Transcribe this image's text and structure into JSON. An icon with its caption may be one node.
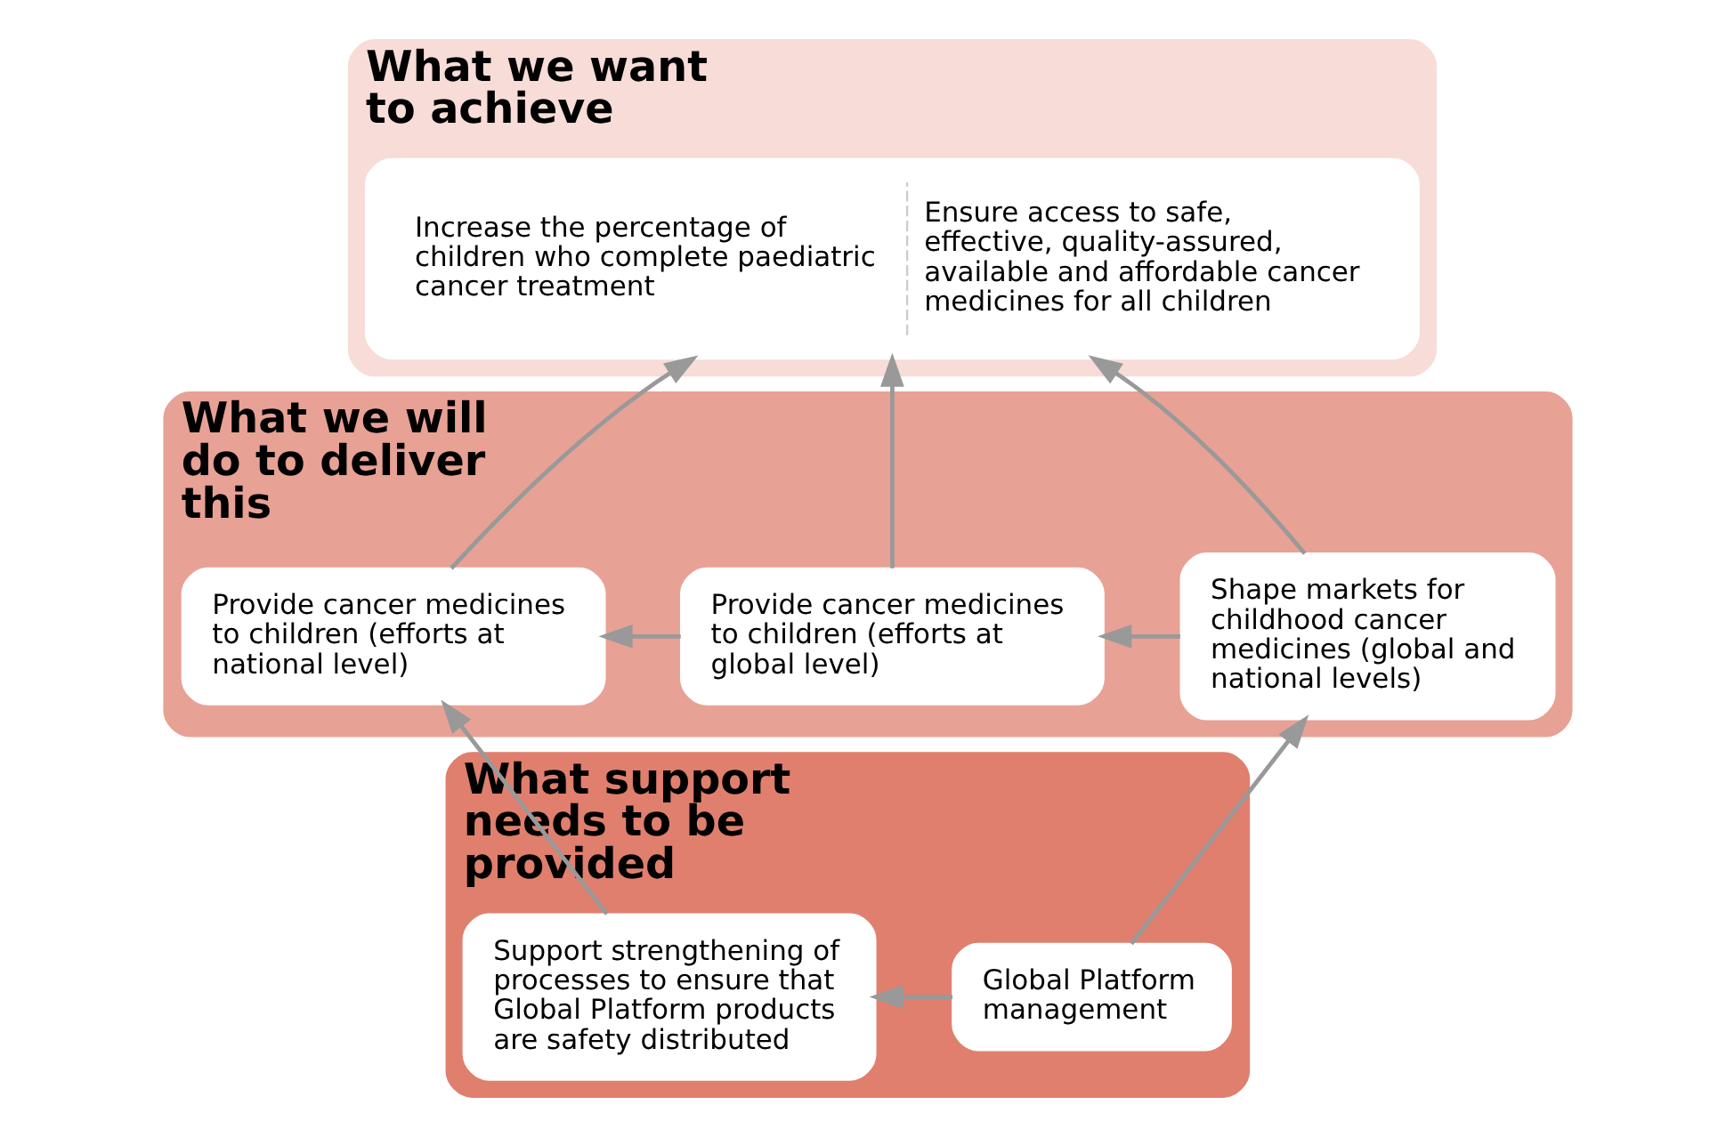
{
  "diagram": {
    "nodes": [
      {
        "text": [
          "What we want to achieve"
        ]
      },
      {
        "text": [
          "Increase the percentage of children who complete paediatric cancer treatment",
          "Ensure access to safe, effective, quality-assured, available and affordable cancer medicines for all children"
        ],
        "in": 0
      },
      {
        "text": [
          "What we will do to deliver this"
        ]
      },
      {
        "text": [
          "Provide cancer medicines to children (efforts at national level)"
        ],
        "in": 2
      },
      {
        "text": [
          "Provide cancer medicines to children (efforts at global level)"
        ],
        "in": 2
      },
      {
        "text": [
          "Shape markets for childhood cancer medicines (global and national levels)"
        ],
        "in": 2
      },
      {
        "text": [
          "What support needs to be provided"
        ]
      },
      {
        "text": [
          "Support strengthening of processes to ensure that Global Platform products are safety distributed"
        ],
        "in": 6
      },
      {
        "text": [
          "Global Platform management"
        ],
        "in": 6
      }
    ],
    "edges": [
      {
        "from": 3,
        "to": 1,
        "arrow": "to"
      },
      {
        "from": 4,
        "to": 1,
        "arrow": "to"
      },
      {
        "from": 5,
        "to": 1,
        "arrow": "to"
      },
      {
        "from": 4,
        "to": 3,
        "arrow": "to"
      },
      {
        "from": 5,
        "to": 4,
        "arrow": "to"
      },
      {
        "from": 7,
        "to": 3,
        "arrow": "to"
      },
      {
        "from": 8,
        "to": 5,
        "arrow": "to"
      },
      {
        "from": 8,
        "to": 7,
        "arrow": "to"
      }
    ]
  }
}
